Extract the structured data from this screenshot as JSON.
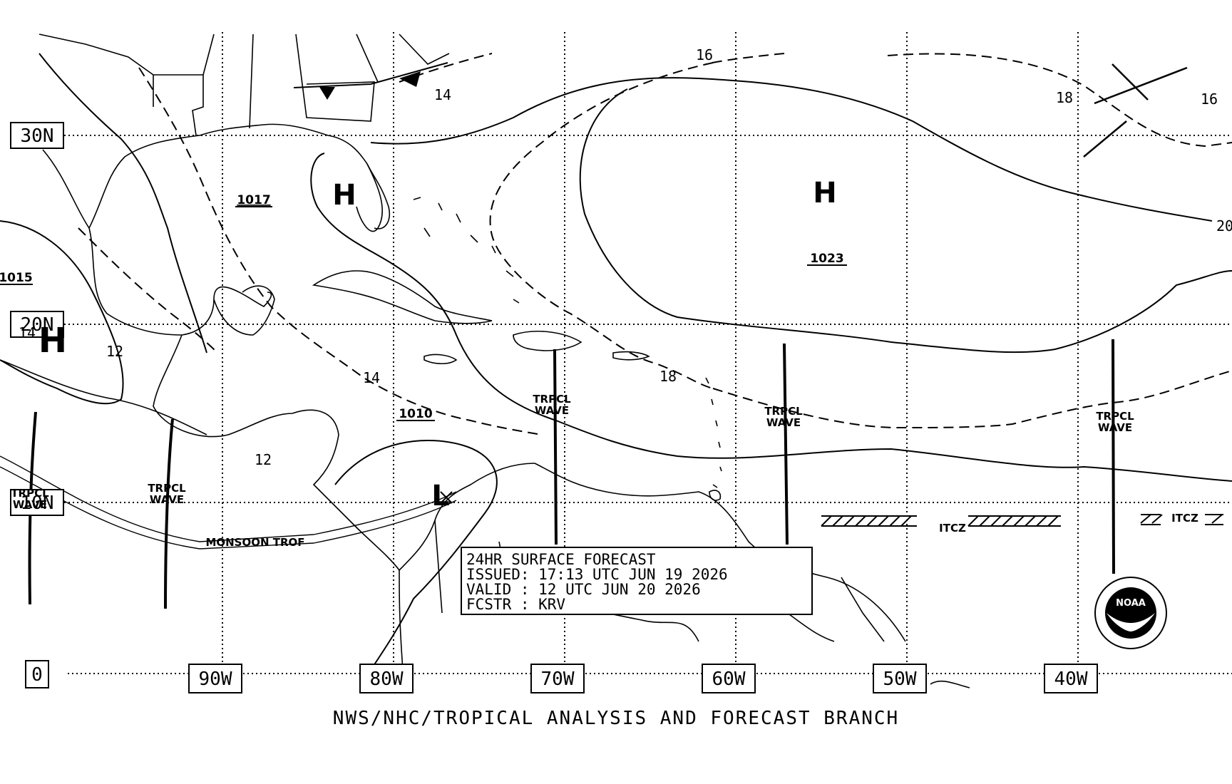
{
  "lat_labels": {
    "n30": "30N",
    "n20": "20N",
    "n10": "10N",
    "zero": "0"
  },
  "lon_labels": [
    "90W",
    "80W",
    "70W",
    "60W",
    "50W",
    "40W"
  ],
  "pressure_centers": [
    {
      "type": "H",
      "value": "1017"
    },
    {
      "type": "H",
      "value": "1023"
    },
    {
      "type": "H",
      "value": "1015"
    },
    {
      "type": "L",
      "value": "1010"
    }
  ],
  "isobar_labels": [
    "16",
    "14",
    "18",
    "16",
    "20",
    "14",
    "12",
    "14",
    "18",
    "12"
  ],
  "features": {
    "tropical_wave": "TRPCL WAVE",
    "tropical_wave_l1": "TRPCL",
    "tropical_wave_l2": "WAVE",
    "itcz": "ITCZ",
    "monsoon_trough": "MONSOON TROF"
  },
  "forecast_info": {
    "line1": "24HR SURFACE FORECAST",
    "line2": "ISSUED: 17:13 UTC JUN 19 2026",
    "line3": "VALID : 12 UTC JUN 20 2026",
    "line4": "FCSTR : KRV"
  },
  "footer": "NWS/NHC/TROPICAL ANALYSIS AND FORECAST BRANCH",
  "logo_text": "NOAA"
}
